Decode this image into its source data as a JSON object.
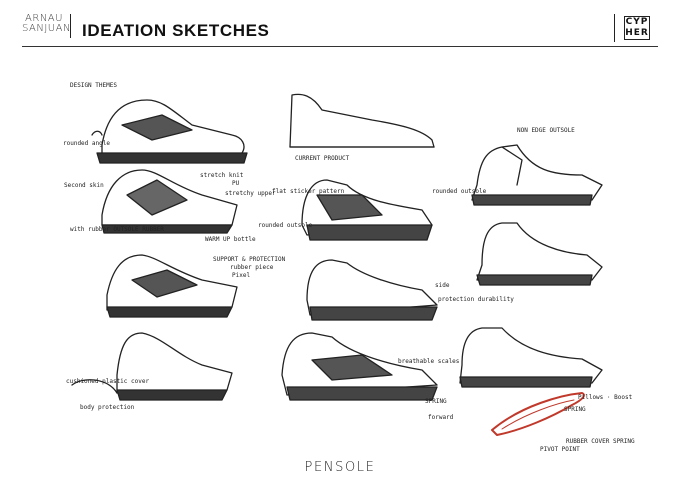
{
  "header": {
    "author_line1": "ARNAU",
    "author_line2": "SANJUAN",
    "title": "IDEATION SKETCHES",
    "logo_line1": "CYP",
    "logo_line2": "HER"
  },
  "annotations": {
    "design_themes": "DESIGN THEMES",
    "current_product": "CURRENT PRODUCT",
    "non_edge_outsole": "NON EDGE OUTSOLE",
    "rounded_angle": "rounded angle",
    "second_skin": "Second skin",
    "stretch_knit": "stretch knit",
    "pu": "PU",
    "stretchy_upper": "stretchy upper",
    "with_rubber_outsole": "with rubber OUTSOLE RUBBER",
    "warm_up_bottle": "WARM UP bottle",
    "flat_sticker_pattern": "flat sticker pattern",
    "rounded_outsole": "rounded outsole",
    "rounded_outsole_right": "rounded outsole",
    "support_protection": "SUPPORT & PROTECTION",
    "rubber_piece": "rubber piece",
    "pixel": "Pixel",
    "side": "side",
    "protection_durability": "protection durability",
    "breathable_scales": "breathable scales",
    "cushioned_plastic_cover": "cushioned plastic cover",
    "body_protection": "body protection",
    "spring": "SPRING",
    "forward": "forward",
    "pillows_boost": "Pillows · Boost",
    "spring_label": "SPRING",
    "rubber_cover_spring": "RUBBER COVER SPRING",
    "pivot_point": "PIVOT POINT"
  },
  "footer": {
    "brand": "PENSOLE"
  },
  "colors": {
    "accent_red": "#c0392b",
    "ink": "#222222"
  }
}
